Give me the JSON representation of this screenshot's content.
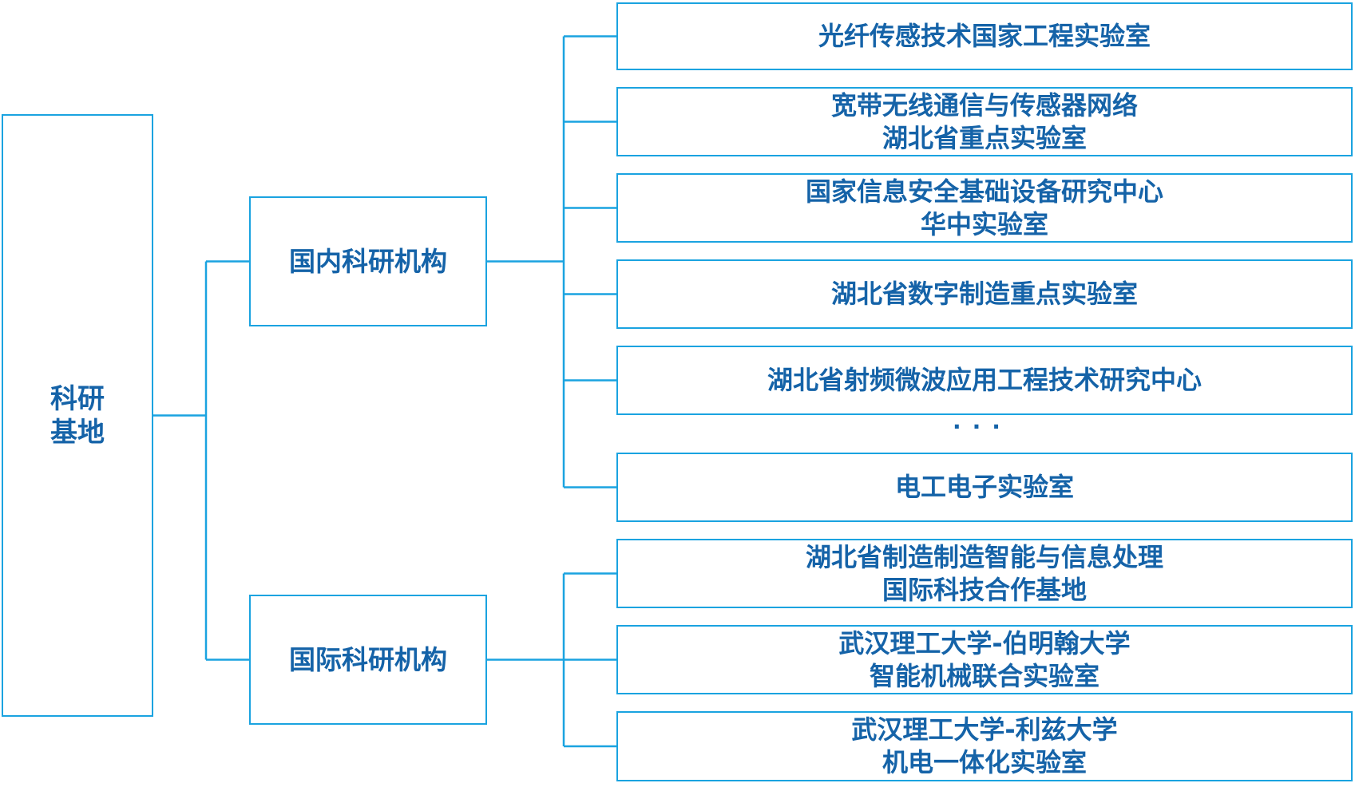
{
  "colors": {
    "accent": "#1aa3e0",
    "text": "#1563a8",
    "background": "#ffffff"
  },
  "root": {
    "lines": [
      "科研",
      "基地"
    ]
  },
  "domestic": {
    "title": "国内科研机构",
    "items": [
      {
        "lines": [
          "光纤传感技术国家工程实验室"
        ]
      },
      {
        "lines": [
          "宽带无线通信与传感器网络",
          "湖北省重点实验室"
        ]
      },
      {
        "lines": [
          "国家信息安全基础设备研究中心",
          "华中实验室"
        ]
      },
      {
        "lines": [
          "湖北省数字制造重点实验室"
        ]
      },
      {
        "lines": [
          "湖北省射频微波应用工程技术研究中心"
        ]
      },
      {
        "lines": [
          "电工电子实验室"
        ]
      }
    ],
    "ellipsis": "···"
  },
  "international": {
    "title": "国际科研机构",
    "items": [
      {
        "lines": [
          "湖北省制造制造智能与信息处理",
          "国际科技合作基地"
        ]
      },
      {
        "lines": [
          "武汉理工大学-伯明翰大学",
          "智能机械联合实验室"
        ]
      },
      {
        "lines": [
          "武汉理工大学-利兹大学",
          "机电一体化实验室"
        ]
      }
    ]
  }
}
